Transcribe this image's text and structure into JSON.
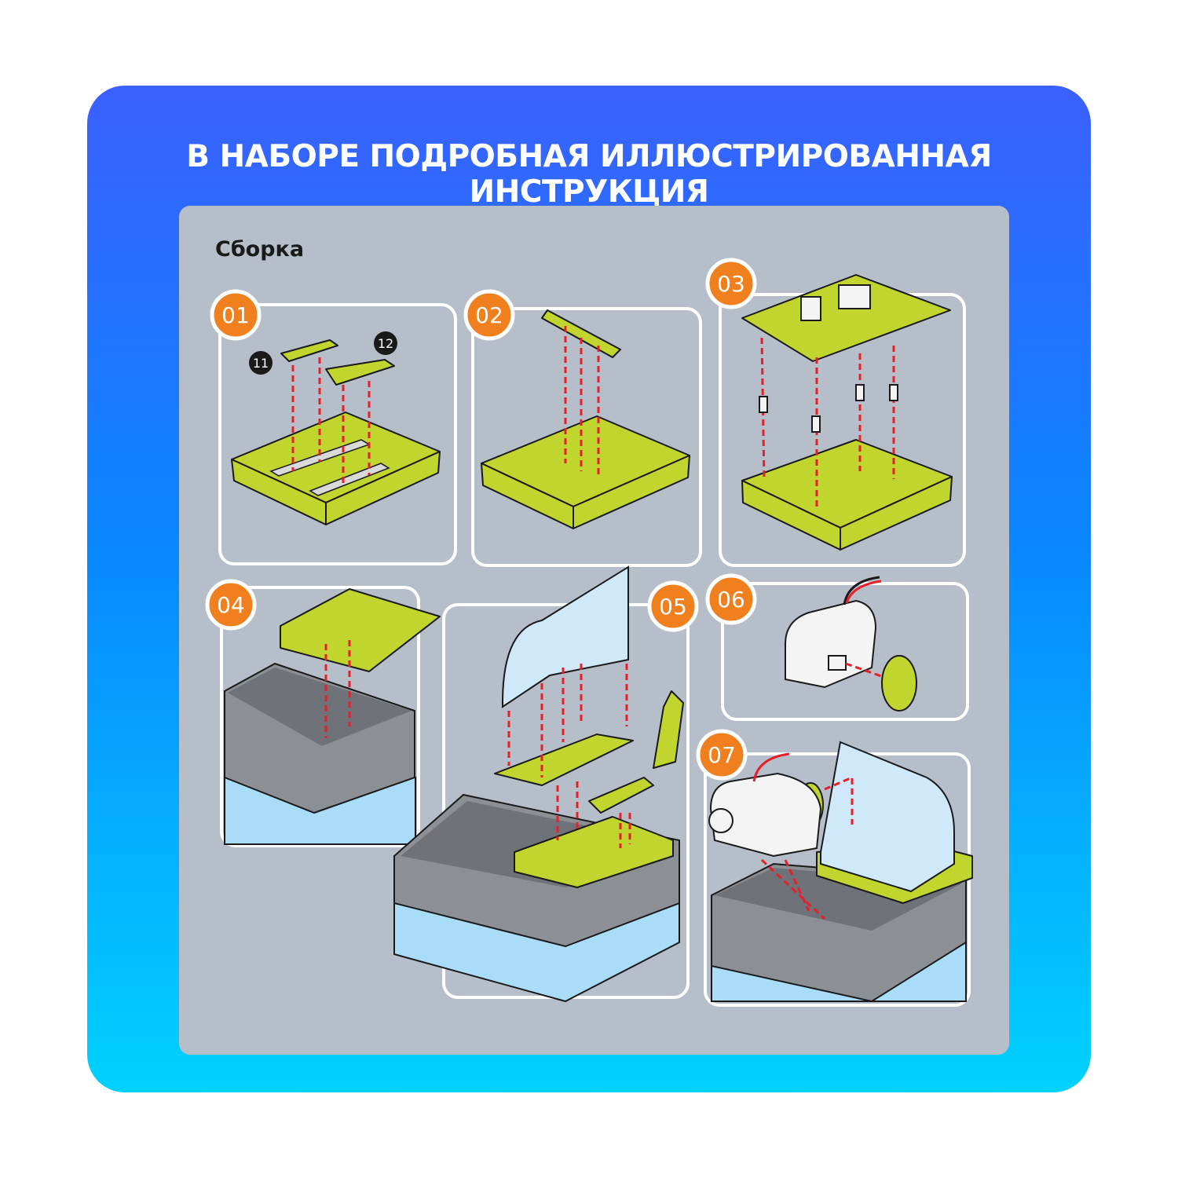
{
  "header": {
    "title": "В НАБОРЕ ПОДРОБНАЯ ИЛЛЮСТРИРОВАННАЯ ИНСТРУКЦИЯ"
  },
  "panel": {
    "subtitle": "Сборка"
  },
  "steps": [
    {
      "number": "01",
      "part_labels": [
        "11",
        "12"
      ]
    },
    {
      "number": "02"
    },
    {
      "number": "03"
    },
    {
      "number": "04"
    },
    {
      "number": "05"
    },
    {
      "number": "06"
    },
    {
      "number": "07"
    }
  ],
  "colors": {
    "accent": "#f07f1e",
    "part": "#c0d62f",
    "panel": "#b5bec9",
    "gradient_top": "#3b60ff",
    "gradient_bottom": "#00d2ff"
  }
}
